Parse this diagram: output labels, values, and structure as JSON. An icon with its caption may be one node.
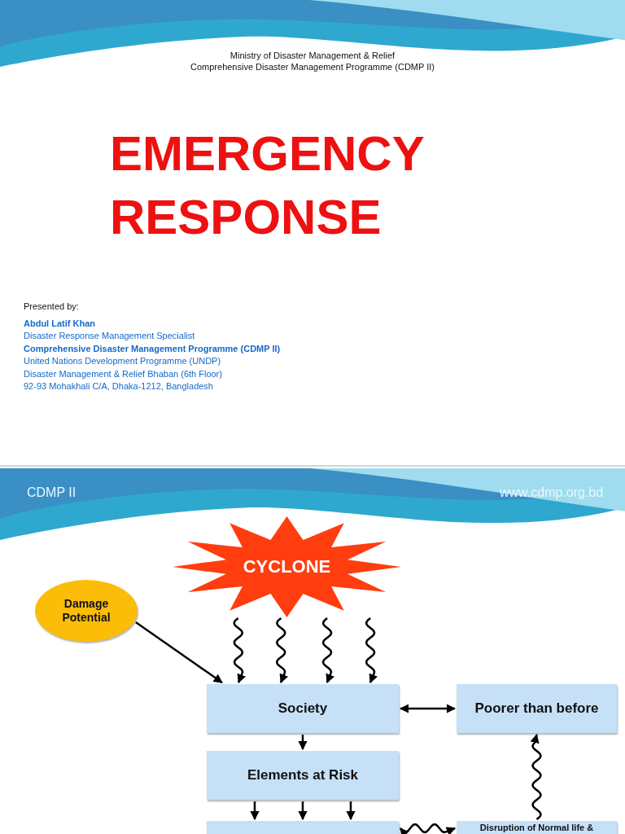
{
  "diagram": {
    "title": "EMERGENCY RESPONSE",
    "nodes": [
      {
        "text": [
          "CYCLONE"
        ]
      },
      {
        "text": [
          "Damage Potential"
        ]
      },
      {
        "text": [
          "Society"
        ]
      },
      {
        "text": [
          "Poorer than before"
        ]
      },
      {
        "text": [
          "Elements at Risk"
        ]
      },
      {
        "text": [],
        "shape": "box"
      },
      {
        "text": [
          "Disruption of Normal life &"
        ]
      }
    ],
    "edges": [
      {
        "from": 1,
        "to": 2,
        "arrow": "to"
      },
      {
        "from": 0,
        "to": 2,
        "arrow": "to"
      },
      {
        "from": 0,
        "to": 2,
        "arrow": "to"
      },
      {
        "from": 0,
        "to": 2,
        "arrow": "to"
      },
      {
        "from": 0,
        "to": 2,
        "arrow": "to"
      },
      {
        "from": 2,
        "to": 3,
        "arrow": "both"
      },
      {
        "from": 2,
        "to": 4,
        "arrow": "to"
      },
      {
        "from": 4,
        "to": 5,
        "arrow": "to"
      },
      {
        "from": 4,
        "to": 5,
        "arrow": "to"
      },
      {
        "from": 4,
        "to": 5,
        "arrow": "to"
      },
      {
        "from": 5,
        "to": 6,
        "arrow": "both"
      },
      {
        "from": 6,
        "to": 3,
        "arrow": "to"
      }
    ],
    "labels": [
      "Ministry of Disaster Management & Relief",
      "Comprehensive Disaster Management Programme (CDMP II)",
      "Presented by:",
      "Abdul Latif Khan",
      "Disaster Response Management Specialist",
      "Comprehensive Disaster Management Programme (CDMP II)",
      "United Nations Development Programme (UNDP)",
      "Disaster Management & Relief Bhaban (6th Floor)",
      "92-93 Mohakhali C/A, Dhaka-1212, Bangladesh",
      "CDMP II",
      "www.cdmp.org.bd"
    ]
  }
}
